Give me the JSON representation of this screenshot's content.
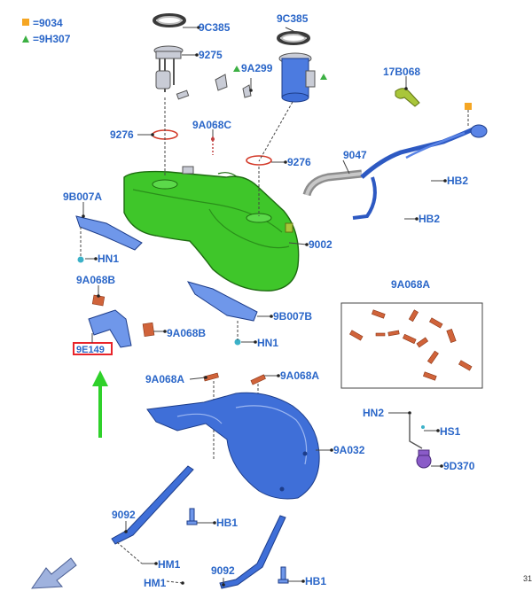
{
  "legend": [
    {
      "symbol": "square",
      "color": "#f5a623",
      "code": "9034"
    },
    {
      "symbol": "triangle",
      "color": "#3cb043",
      "code": "9H307"
    }
  ],
  "labels": {
    "9C385_a": "9C385",
    "9C385_b": "9C385",
    "9275": "9275",
    "9A299": "9A299",
    "17B068": "17B068",
    "9276_a": "9276",
    "9A068C": "9A068C",
    "9276_b": "9276",
    "9047": "9047",
    "HB2_a": "HB2",
    "HB2_b": "HB2",
    "9B007A": "9B007A",
    "9002": "9002",
    "HN1_a": "HN1",
    "9A068B_a": "9A068B",
    "9A068A_box": "9A068A",
    "9B007B": "9B007B",
    "9A068B_b": "9A068B",
    "HN1_b": "HN1",
    "highlighted": "9E149",
    "9A068A_a": "9A068A",
    "9A068A_b": "9A068A",
    "HN2": "HN2",
    "HS1": "HS1",
    "9A032": "9A032",
    "9D370": "9D370",
    "9092_a": "9092",
    "HB1_a": "HB1",
    "HM1_a": "HM1",
    "9092_b": "9092",
    "HM1_b": "HM1",
    "HB1_b": "HB1"
  },
  "page_number": "31",
  "colors": {
    "label": "#2a66c8",
    "tank": "#3fc62a",
    "blue_part": "#3f6fd8",
    "highlight_frame": "#e8242a",
    "arrow": "#2fd12a",
    "legend_square": "#f5a623",
    "legend_triangle": "#3cb043"
  }
}
